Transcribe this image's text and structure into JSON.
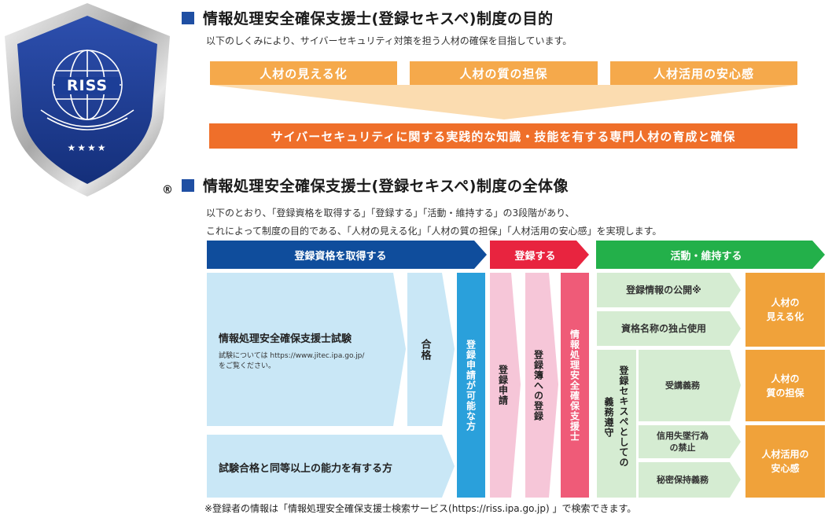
{
  "logo": {
    "text": "RISS",
    "stars": "★★★★",
    "registered_mark": "®"
  },
  "section1": {
    "title": "情報処理安全確保支援士(登録セキスペ)制度の目的",
    "lead": "以下のしくみにより、サイバーセキュリティ対策を担う人材の確保を目指しています。",
    "pillars": [
      "人材の見える化",
      "人材の質の担保",
      "人材活用の安心感"
    ],
    "goal": "サイバーセキュリティに関する実践的な知識・技能を有する専門人材の育成と確保"
  },
  "section2": {
    "title": "情報処理安全確保支援士(登録セキスペ)制度の全体像",
    "lead_line1": "以下のとおり、「登録資格を取得する」「登録する」「活動・維持する」の3段階があり、",
    "lead_line2": "これによって制度の目的である、「人材の見える化」「人材の質の担保」「人材活用の安心感」を実現します。",
    "phases": [
      "登録資格を取得する",
      "登録する",
      "活動・維持する"
    ],
    "exam_title": "情報処理安全確保支援士試験",
    "exam_note1": "試験については https://www.jitec.ipa.go.jp/",
    "exam_note2": "をご覧ください。",
    "pass": "合格",
    "equivalent": "試験合格と同等以上の能力を有する方",
    "eligible": "登録申請が可能な方",
    "apply": "登録申請",
    "register": "登録簿への登録",
    "certified": "情報処理安全確保支援士",
    "activity": {
      "public_info": "登録情報の公開※",
      "exclusive_name": "資格名称の独占使用",
      "obligation_outer": "登録セキスペとしての",
      "obligation_inner": "義務遵守",
      "training": "受講義務",
      "no_misconduct_1": "信用失墜行為",
      "no_misconduct_2": "の禁止",
      "confidentiality": "秘密保持義務"
    },
    "outcomes": [
      {
        "l1": "人材の",
        "l2": "見える化"
      },
      {
        "l1": "人材の",
        "l2": "質の担保"
      },
      {
        "l1": "人材活用の",
        "l2": "安心感"
      }
    ],
    "footnote": "※登録者の情報は「情報処理安全確保支援士検索サービス(https://riss.ipa.go.jp) 」で検索できます。"
  },
  "colors": {
    "accent_blue": "#1f4fa3",
    "pillar_orange": "#f5a94b",
    "goal_orange": "#ef6f2a",
    "phase_blue": "#0f4d9c",
    "phase_red": "#e8243f",
    "phase_green": "#23b04a",
    "light_blue": "#c9e7f6",
    "mid_blue": "#2aa0db",
    "light_pink": "#f6c6d8",
    "pink": "#ef5b78",
    "light_green": "#d5ecd2",
    "outcome_orange": "#f0a23a"
  }
}
